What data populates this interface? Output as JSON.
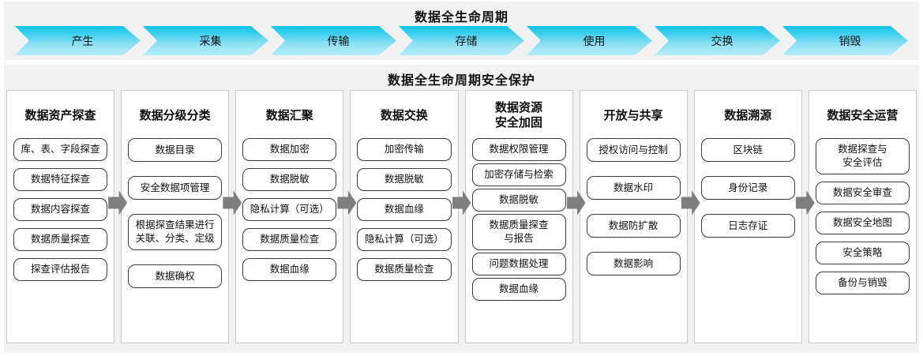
{
  "lifecycle": {
    "title": "数据全生命周期",
    "stages": [
      {
        "label": "产生"
      },
      {
        "label": "采集"
      },
      {
        "label": "传输"
      },
      {
        "label": "存储"
      },
      {
        "label": "使用"
      },
      {
        "label": "交换"
      },
      {
        "label": "销毁"
      }
    ]
  },
  "protection": {
    "title": "数据全生命周期安全保护",
    "arrow_color": "#7f7f7f",
    "accent_color": "#0ec3ea",
    "columns": [
      {
        "header_lines": [
          "数据资产探查"
        ],
        "items": [
          {
            "lines": [
              "库、表、字段探查"
            ]
          },
          {
            "lines": [
              "数据特征探查"
            ]
          },
          {
            "lines": [
              "数据内容探查"
            ]
          },
          {
            "lines": [
              "数据质量探查"
            ]
          },
          {
            "lines": [
              "探查评估报告"
            ]
          }
        ]
      },
      {
        "header_lines": [
          "数据分级分类"
        ],
        "items": [
          {
            "lines": [
              "数据目录"
            ]
          },
          {
            "lines": [
              "安全数据项管理"
            ]
          },
          {
            "lines": [
              "根据探查结果进行",
              "关联、分类、定级"
            ]
          },
          {
            "lines": [
              "数据确权"
            ]
          }
        ]
      },
      {
        "header_lines": [
          "数据汇聚"
        ],
        "items": [
          {
            "lines": [
              "数据加密"
            ]
          },
          {
            "lines": [
              "数据脱敏"
            ]
          },
          {
            "lines": [
              "隐私计算（可选）"
            ]
          },
          {
            "lines": [
              "数据质量检查"
            ]
          },
          {
            "lines": [
              "数据血缘"
            ]
          }
        ]
      },
      {
        "header_lines": [
          "数据交换"
        ],
        "items": [
          {
            "lines": [
              "加密传输"
            ]
          },
          {
            "lines": [
              "数据脱敏"
            ]
          },
          {
            "lines": [
              "数据血缘"
            ]
          },
          {
            "lines": [
              "隐私计算（可选）"
            ]
          },
          {
            "lines": [
              "数据质量检查"
            ]
          }
        ]
      },
      {
        "header_lines": [
          "数据资源",
          "安全加固"
        ],
        "items": [
          {
            "lines": [
              "数据权限管理"
            ]
          },
          {
            "lines": [
              "加密存储与检索"
            ]
          },
          {
            "lines": [
              "数据脱敏"
            ]
          },
          {
            "lines": [
              "数据质量探查",
              "与报告"
            ]
          },
          {
            "lines": [
              "问题数据处理"
            ]
          },
          {
            "lines": [
              "数据血缘"
            ]
          }
        ]
      },
      {
        "header_lines": [
          "开放与共享"
        ],
        "items": [
          {
            "lines": [
              "授权访问与控制"
            ]
          },
          {
            "lines": [
              "数据水印"
            ]
          },
          {
            "lines": [
              "数据防扩散"
            ]
          },
          {
            "lines": [
              "数据影响"
            ]
          }
        ]
      },
      {
        "header_lines": [
          "数据溯源"
        ],
        "items": [
          {
            "lines": [
              "区块链"
            ]
          },
          {
            "lines": [
              "身份记录"
            ]
          },
          {
            "lines": [
              "日志存证"
            ]
          }
        ]
      },
      {
        "header_lines": [
          "数据安全运营"
        ],
        "items": [
          {
            "lines": [
              "数据探查与",
              "安全评估"
            ]
          },
          {
            "lines": [
              "数据安全审查"
            ]
          },
          {
            "lines": [
              "数据安全地图"
            ]
          },
          {
            "lines": [
              "安全策略"
            ]
          },
          {
            "lines": [
              "备份与销毁"
            ]
          }
        ]
      }
    ]
  }
}
